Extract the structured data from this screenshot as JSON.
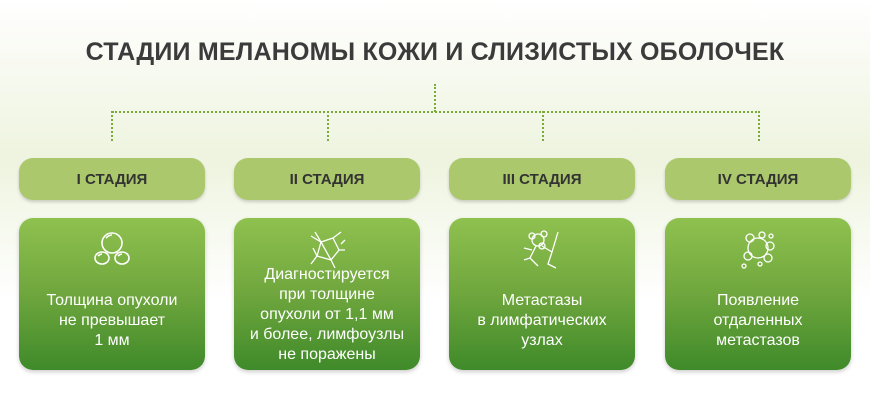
{
  "title": "СТАДИИ МЕЛАНОМЫ КОЖИ И СЛИЗИСТЫХ ОБОЛОЧЕК",
  "stages": [
    {
      "label": "I СТАДИЯ",
      "icon": "cells-icon",
      "lines": [
        "Толщина опухоли",
        "не превышает",
        "1 мм"
      ]
    },
    {
      "label": "II СТАДИЯ",
      "icon": "tissue-network-icon",
      "lines": [
        "Диагностируется",
        "при толщине",
        "опухоли от 1,1 мм",
        "и более, лимфоузлы",
        "не поражены"
      ]
    },
    {
      "label": "III СТАДИЯ",
      "icon": "lymph-node-icon",
      "lines": [
        "Метастазы",
        "в лимфатических",
        "узлах"
      ]
    },
    {
      "label": "IV СТАДИЯ",
      "icon": "metastasis-cluster-icon",
      "lines": [
        "Появление",
        "отдаленных",
        "метастазов"
      ]
    }
  ],
  "colors": {
    "label": "#abc86c",
    "card_top": "#8fc14f",
    "card_bottom": "#3f8a2a",
    "connector": "#7aaa3c"
  }
}
